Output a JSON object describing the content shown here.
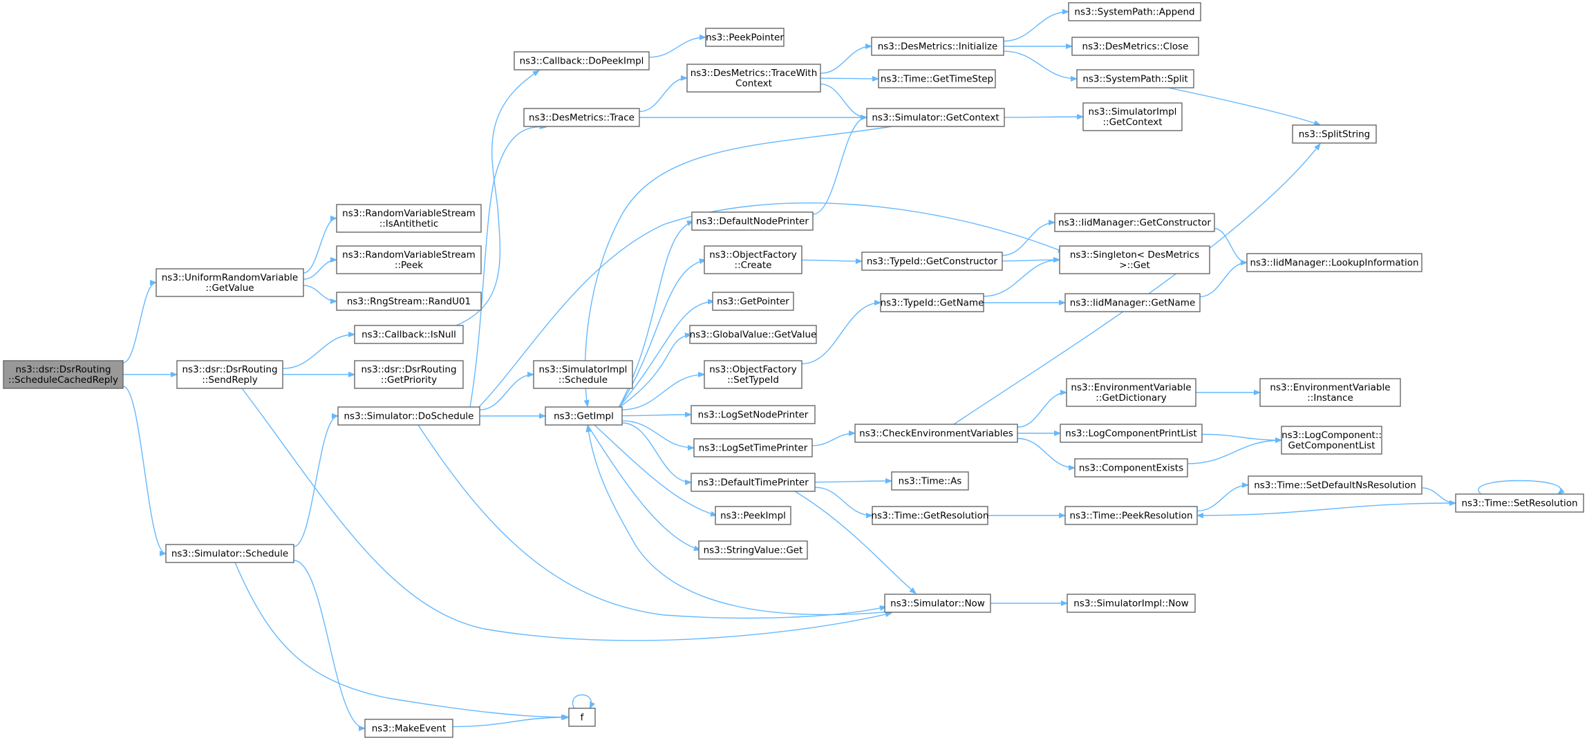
{
  "nodes": [
    {
      "id": "root",
      "lines": [
        "ns3::dsr::DsrRouting",
        "::ScheduleCachedReply"
      ],
      "root": true
    },
    {
      "id": "urv_getvalue",
      "lines": [
        "ns3::UniformRandomVariable",
        "::GetValue"
      ]
    },
    {
      "id": "dsr_sendreply",
      "lines": [
        "ns3::dsr::DsrRouting",
        "::SendReply"
      ]
    },
    {
      "id": "sim_schedule",
      "lines": [
        "ns3::Simulator::Schedule"
      ]
    },
    {
      "id": "rvs_isanti",
      "lines": [
        "ns3::RandomVariableStream",
        "::IsAntithetic"
      ]
    },
    {
      "id": "rvs_peek",
      "lines": [
        "ns3::RandomVariableStream",
        "::Peek"
      ]
    },
    {
      "id": "rng_randu01",
      "lines": [
        "ns3::RngStream::RandU01"
      ]
    },
    {
      "id": "cb_isnull",
      "lines": [
        "ns3::Callback::IsNull"
      ]
    },
    {
      "id": "dsr_getprio",
      "lines": [
        "ns3::dsr::DsrRouting",
        "::GetPriority"
      ]
    },
    {
      "id": "sim_doschedule",
      "lines": [
        "ns3::Simulator::DoSchedule"
      ]
    },
    {
      "id": "makeevent",
      "lines": [
        "ns3::MakeEvent"
      ]
    },
    {
      "id": "f",
      "lines": [
        "f"
      ]
    },
    {
      "id": "cb_dopeekimpl",
      "lines": [
        "ns3::Callback::DoPeekImpl"
      ]
    },
    {
      "id": "des_trace",
      "lines": [
        "ns3::DesMetrics::Trace"
      ]
    },
    {
      "id": "simimpl_schedule",
      "lines": [
        "ns3::SimulatorImpl",
        "::Schedule"
      ]
    },
    {
      "id": "getimpl",
      "lines": [
        "ns3::GetImpl"
      ]
    },
    {
      "id": "peekpointer",
      "lines": [
        "ns3::PeekPointer"
      ]
    },
    {
      "id": "des_tracewith",
      "lines": [
        "ns3::DesMetrics::TraceWith",
        "Context"
      ]
    },
    {
      "id": "defnodeprinter",
      "lines": [
        "ns3::DefaultNodePrinter"
      ]
    },
    {
      "id": "objfac_create",
      "lines": [
        "ns3::ObjectFactory",
        "::Create"
      ]
    },
    {
      "id": "getpointer",
      "lines": [
        "ns3::GetPointer"
      ]
    },
    {
      "id": "globalvalue_get",
      "lines": [
        "ns3::GlobalValue::GetValue"
      ]
    },
    {
      "id": "objfac_settypeid",
      "lines": [
        "ns3::ObjectFactory",
        "::SetTypeId"
      ]
    },
    {
      "id": "logsetnodeprinter",
      "lines": [
        "ns3::LogSetNodePrinter"
      ]
    },
    {
      "id": "logsettimeprinter",
      "lines": [
        "ns3::LogSetTimePrinter"
      ]
    },
    {
      "id": "deftimeprinter",
      "lines": [
        "ns3::DefaultTimePrinter"
      ]
    },
    {
      "id": "peekimpl",
      "lines": [
        "ns3::PeekImpl"
      ]
    },
    {
      "id": "stringvalue_get",
      "lines": [
        "ns3::StringValue::Get"
      ]
    },
    {
      "id": "des_initialize",
      "lines": [
        "ns3::DesMetrics::Initialize"
      ]
    },
    {
      "id": "time_gettimestep",
      "lines": [
        "ns3::Time::GetTimeStep"
      ]
    },
    {
      "id": "sim_getcontext",
      "lines": [
        "ns3::Simulator::GetContext"
      ]
    },
    {
      "id": "typeid_getctor",
      "lines": [
        "ns3::TypeId::GetConstructor"
      ]
    },
    {
      "id": "typeid_getname",
      "lines": [
        "ns3::TypeId::GetName"
      ]
    },
    {
      "id": "checkenv",
      "lines": [
        "ns3::CheckEnvironmentVariables"
      ]
    },
    {
      "id": "time_as",
      "lines": [
        "ns3::Time::As"
      ]
    },
    {
      "id": "time_getres",
      "lines": [
        "ns3::Time::GetResolution"
      ]
    },
    {
      "id": "sim_now",
      "lines": [
        "ns3::Simulator::Now"
      ]
    },
    {
      "id": "sp_append",
      "lines": [
        "ns3::SystemPath::Append"
      ]
    },
    {
      "id": "des_close",
      "lines": [
        "ns3::DesMetrics::Close"
      ]
    },
    {
      "id": "sp_split",
      "lines": [
        "ns3::SystemPath::Split"
      ]
    },
    {
      "id": "simimpl_getcontext",
      "lines": [
        "ns3::SimulatorImpl",
        "::GetContext"
      ]
    },
    {
      "id": "iid_getctor",
      "lines": [
        "ns3::IidManager::GetConstructor"
      ]
    },
    {
      "id": "singleton_get",
      "lines": [
        "ns3::Singleton< DesMetrics",
        " >::Get"
      ]
    },
    {
      "id": "iid_getname",
      "lines": [
        "ns3::IidManager::GetName"
      ]
    },
    {
      "id": "env_getdict",
      "lines": [
        "ns3::EnvironmentVariable",
        "::GetDictionary"
      ]
    },
    {
      "id": "logcomp_printlist",
      "lines": [
        "ns3::LogComponentPrintList"
      ]
    },
    {
      "id": "compexists",
      "lines": [
        "ns3::ComponentExists"
      ]
    },
    {
      "id": "time_peekres",
      "lines": [
        "ns3::Time::PeekResolution"
      ]
    },
    {
      "id": "simimpl_now",
      "lines": [
        "ns3::SimulatorImpl::Now"
      ]
    },
    {
      "id": "splitstring",
      "lines": [
        "ns3::SplitString"
      ]
    },
    {
      "id": "iid_lookup",
      "lines": [
        "ns3::IidManager::LookupInformation"
      ]
    },
    {
      "id": "env_instance",
      "lines": [
        "ns3::EnvironmentVariable",
        "::Instance"
      ]
    },
    {
      "id": "logcomp_getlist",
      "lines": [
        "ns3::LogComponent::",
        "GetComponentList"
      ]
    },
    {
      "id": "time_setdefns",
      "lines": [
        "ns3::Time::SetDefaultNsResolution"
      ]
    },
    {
      "id": "time_setres",
      "lines": [
        "ns3::Time::SetResolution"
      ]
    }
  ],
  "edges": [
    [
      "root",
      "urv_getvalue"
    ],
    [
      "root",
      "dsr_sendreply"
    ],
    [
      "root",
      "sim_schedule"
    ],
    [
      "urv_getvalue",
      "rvs_isanti"
    ],
    [
      "urv_getvalue",
      "rvs_peek"
    ],
    [
      "urv_getvalue",
      "rng_randu01"
    ],
    [
      "dsr_sendreply",
      "cb_isnull"
    ],
    [
      "dsr_sendreply",
      "dsr_getprio"
    ],
    [
      "dsr_sendreply",
      "sim_now"
    ],
    [
      "sim_schedule",
      "sim_doschedule"
    ],
    [
      "sim_schedule",
      "makeevent"
    ],
    [
      "sim_schedule",
      "f"
    ],
    [
      "makeevent",
      "f"
    ],
    [
      "f",
      "f"
    ],
    [
      "cb_isnull",
      "cb_dopeekimpl"
    ],
    [
      "cb_dopeekimpl",
      "peekpointer"
    ],
    [
      "sim_doschedule",
      "des_trace"
    ],
    [
      "sim_doschedule",
      "simimpl_schedule"
    ],
    [
      "sim_doschedule",
      "getimpl"
    ],
    [
      "sim_doschedule",
      "singleton_get"
    ],
    [
      "sim_doschedule",
      "sim_now"
    ],
    [
      "des_trace",
      "des_tracewith"
    ],
    [
      "des_trace",
      "sim_getcontext"
    ],
    [
      "des_tracewith",
      "des_initialize"
    ],
    [
      "des_tracewith",
      "time_gettimestep"
    ],
    [
      "des_tracewith",
      "sim_getcontext"
    ],
    [
      "des_initialize",
      "sp_append"
    ],
    [
      "des_initialize",
      "des_close"
    ],
    [
      "des_initialize",
      "sp_split"
    ],
    [
      "sp_split",
      "splitstring"
    ],
    [
      "sim_getcontext",
      "getimpl"
    ],
    [
      "sim_getcontext",
      "simimpl_getcontext"
    ],
    [
      "getimpl",
      "defnodeprinter"
    ],
    [
      "getimpl",
      "objfac_create"
    ],
    [
      "getimpl",
      "getpointer"
    ],
    [
      "getimpl",
      "globalvalue_get"
    ],
    [
      "getimpl",
      "objfac_settypeid"
    ],
    [
      "getimpl",
      "logsetnodeprinter"
    ],
    [
      "getimpl",
      "logsettimeprinter"
    ],
    [
      "getimpl",
      "deftimeprinter"
    ],
    [
      "getimpl",
      "peekimpl"
    ],
    [
      "getimpl",
      "stringvalue_get"
    ],
    [
      "defnodeprinter",
      "sim_getcontext"
    ],
    [
      "objfac_create",
      "typeid_getctor"
    ],
    [
      "objfac_settypeid",
      "typeid_getname"
    ],
    [
      "typeid_getctor",
      "iid_getctor"
    ],
    [
      "typeid_getctor",
      "singleton_get"
    ],
    [
      "typeid_getname",
      "singleton_get"
    ],
    [
      "typeid_getname",
      "iid_getname"
    ],
    [
      "iid_getctor",
      "iid_lookup"
    ],
    [
      "iid_getname",
      "iid_lookup"
    ],
    [
      "logsettimeprinter",
      "checkenv"
    ],
    [
      "checkenv",
      "env_getdict"
    ],
    [
      "checkenv",
      "logcomp_printlist"
    ],
    [
      "checkenv",
      "compexists"
    ],
    [
      "checkenv",
      "splitstring"
    ],
    [
      "env_getdict",
      "env_instance"
    ],
    [
      "logcomp_printlist",
      "logcomp_getlist"
    ],
    [
      "compexists",
      "logcomp_getlist"
    ],
    [
      "deftimeprinter",
      "time_as"
    ],
    [
      "deftimeprinter",
      "time_getres"
    ],
    [
      "deftimeprinter",
      "sim_now"
    ],
    [
      "time_getres",
      "time_peekres"
    ],
    [
      "time_peekres",
      "time_setdefns"
    ],
    [
      "time_setdefns",
      "time_setres"
    ],
    [
      "time_setres",
      "time_peekres"
    ],
    [
      "time_setres",
      "time_setres"
    ],
    [
      "sim_now",
      "getimpl"
    ],
    [
      "sim_now",
      "simimpl_now"
    ]
  ]
}
